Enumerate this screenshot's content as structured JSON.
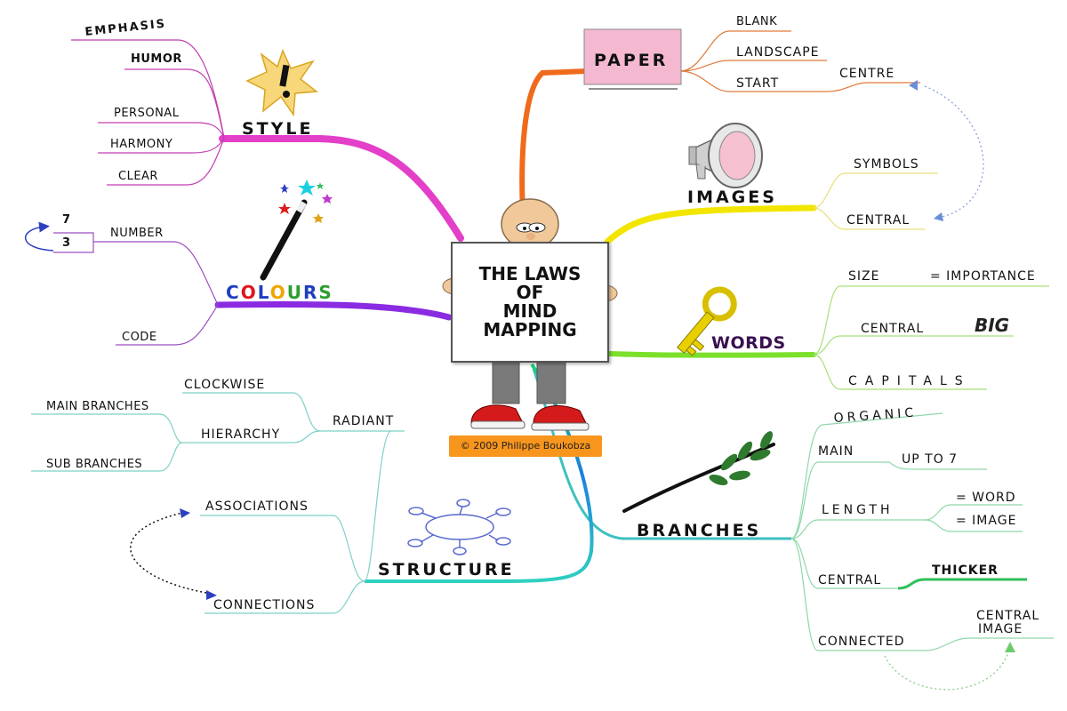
{
  "center": {
    "title_lines": [
      "THE LAWS",
      "OF",
      "MIND",
      "MAPPING"
    ],
    "credit": "© 2009 Philippe Boukobza"
  },
  "style": {
    "label": "STYLE",
    "items": [
      "EMPHASIS",
      "HUMOR",
      "PERSONAL",
      "HARMONY",
      "CLEAR"
    ]
  },
  "colours": {
    "letters": [
      "C",
      "O",
      "L",
      "O",
      "U",
      "R",
      "S"
    ],
    "letter_colors": [
      "#1f3fbf",
      "#e0161b",
      "#1f3fbf",
      "#f0a500",
      "#2e9e2e",
      "#1f3fbf",
      "#2e9e2e"
    ],
    "number": "NUMBER",
    "number_values": [
      "7",
      "3"
    ],
    "code": "CODE"
  },
  "paper": {
    "label": "PAPER",
    "items": [
      "BLANK",
      "LANDSCAPE",
      "START"
    ],
    "start_sub": "CENTRE"
  },
  "images": {
    "label": "IMAGES",
    "items": [
      "SYMBOLS",
      "CENTRAL"
    ]
  },
  "words": {
    "label": "WORDS",
    "size": "SIZE",
    "importance": "= IMPORTANCE",
    "central": "CENTRAL",
    "big": "BIG",
    "capitals": "CAPITALS"
  },
  "branches": {
    "label": "BRANCHES",
    "organic": "ORGANIC",
    "main": "MAIN",
    "up_to": "UP TO 7",
    "length": "LENGTH",
    "eq_word": "= WORD",
    "eq_image": "= IMAGE",
    "central": "CENTRAL",
    "thicker": "THICKER",
    "connected": "CONNECTED",
    "central_image": [
      "CENTRAL",
      "IMAGE"
    ]
  },
  "structure": {
    "label": "STRUCTURE",
    "radiant": "RADIANT",
    "clockwise": "CLOCKWISE",
    "hierarchy": "HIERARCHY",
    "main_branches": "MAIN BRANCHES",
    "sub_branches": "SUB BRANCHES",
    "associations": "ASSOCIATIONS",
    "connections": "CONNECTIONS"
  },
  "colors": {
    "style": "#d63fc0",
    "paper": "#f06a1c",
    "images": "#f2e600",
    "words": "#7bd82a",
    "colours": "#8a2be2",
    "structure": "#4fc7c7",
    "branches": "#58c98a"
  },
  "icons": [
    "star-burst-exclamation-icon",
    "magic-wand-icon",
    "megaphone-icon",
    "key-icon",
    "olive-branch-icon",
    "structure-diagram-icon",
    "man-holding-sign-icon"
  ]
}
